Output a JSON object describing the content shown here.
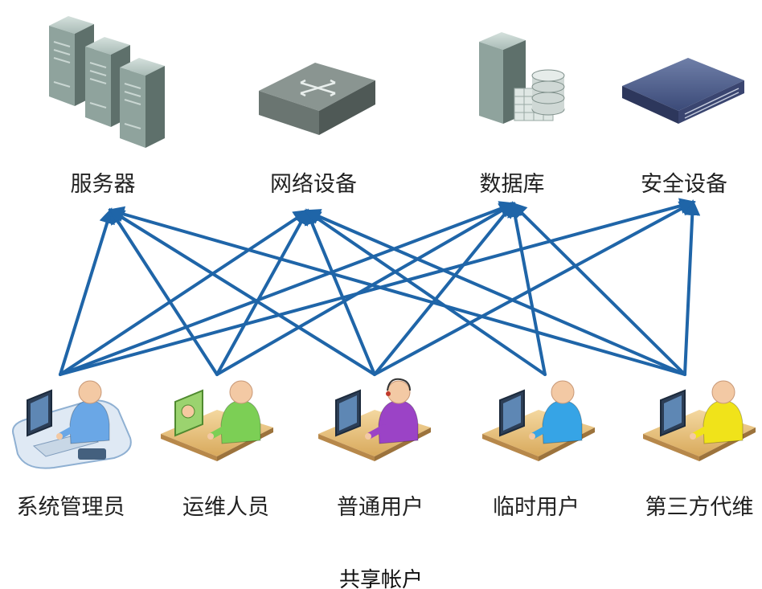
{
  "resources": [
    {
      "id": "server",
      "label": "服务器",
      "icon": "server-rack-icon"
    },
    {
      "id": "network",
      "label": "网络设备",
      "icon": "network-switch-icon"
    },
    {
      "id": "database",
      "label": "数据库",
      "icon": "database-icon"
    },
    {
      "id": "security",
      "label": "安全设备",
      "icon": "firewall-appliance-icon"
    }
  ],
  "users": [
    {
      "id": "sysadmin",
      "label": "系统管理员",
      "icon": "admin-user-icon",
      "color": "#6aa7e6"
    },
    {
      "id": "ops",
      "label": "运维人员",
      "icon": "ops-user-icon",
      "color": "#7ccf55"
    },
    {
      "id": "regular",
      "label": "普通用户",
      "icon": "regular-user-icon",
      "color": "#9b43c6"
    },
    {
      "id": "temp",
      "label": "临时用户",
      "icon": "temp-user-icon",
      "color": "#36a4e6"
    },
    {
      "id": "thirdparty",
      "label": "第三方代维",
      "icon": "third-party-user-icon",
      "color": "#f0e31a"
    }
  ],
  "connections": [
    [
      "sysadmin",
      "server"
    ],
    [
      "sysadmin",
      "network"
    ],
    [
      "sysadmin",
      "database"
    ],
    [
      "sysadmin",
      "security"
    ],
    [
      "ops",
      "server"
    ],
    [
      "ops",
      "network"
    ],
    [
      "ops",
      "database"
    ],
    [
      "regular",
      "server"
    ],
    [
      "regular",
      "network"
    ],
    [
      "regular",
      "database"
    ],
    [
      "regular",
      "security"
    ],
    [
      "temp",
      "network"
    ],
    [
      "temp",
      "database"
    ],
    [
      "thirdparty",
      "server"
    ],
    [
      "thirdparty",
      "network"
    ],
    [
      "thirdparty",
      "database"
    ],
    [
      "thirdparty",
      "security"
    ]
  ],
  "caption": "共享帐户",
  "colors": {
    "arrow": "#1f65a8",
    "resource_gray": "#7f8d88"
  }
}
